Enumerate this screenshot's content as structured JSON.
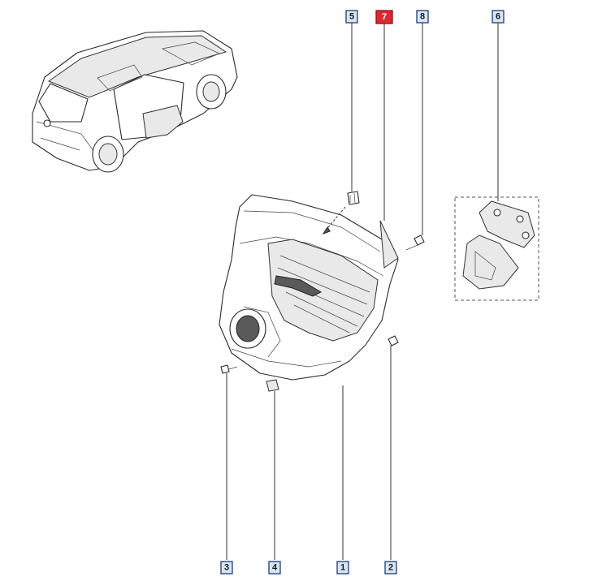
{
  "diagram": {
    "callouts": [
      {
        "id": "1",
        "label": "1",
        "selected": false
      },
      {
        "id": "2",
        "label": "2",
        "selected": false
      },
      {
        "id": "3",
        "label": "3",
        "selected": false
      },
      {
        "id": "4",
        "label": "4",
        "selected": false
      },
      {
        "id": "5",
        "label": "5",
        "selected": false
      },
      {
        "id": "6",
        "label": "6",
        "selected": false
      },
      {
        "id": "7",
        "label": "7",
        "selected": true
      },
      {
        "id": "8",
        "label": "8",
        "selected": false
      }
    ],
    "colors": {
      "callout_fill": "#d8e6f3",
      "callout_selected": "#e0282e",
      "line": "#333333"
    }
  }
}
